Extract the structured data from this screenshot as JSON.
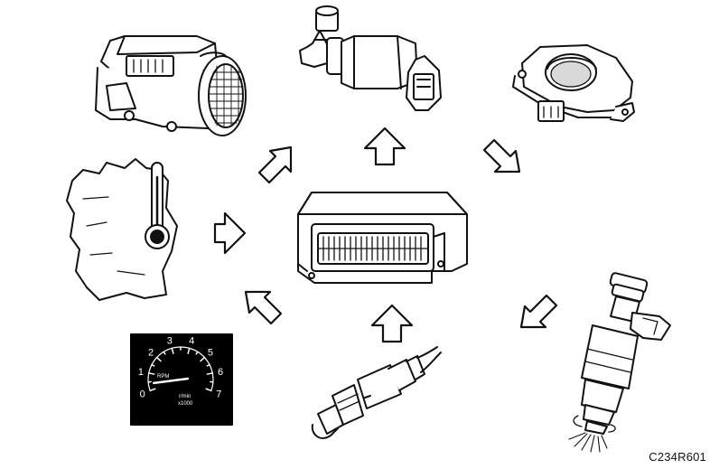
{
  "figure": {
    "code": "C234R601"
  },
  "tachometer": {
    "scale": [
      "0",
      "1",
      "2",
      "3",
      "4",
      "5",
      "6",
      "7"
    ],
    "unit_top": "RPM",
    "unit_bottom": "r/min",
    "multiplier": "x1000",
    "needle_value": 0.4
  },
  "icons": {
    "ecu": "control-unit-icon",
    "mass_air_flow": "air-mass-meter-icon",
    "idle_valve": "idle-air-valve-icon",
    "throttle_sensor": "throttle-position-sensor-icon",
    "coolant": "coolant-temperature-icon",
    "tachometer": "tachometer-icon",
    "oxygen": "oxygen-sensor-icon",
    "injector": "fuel-injector-icon"
  },
  "colors": {
    "line": "#111111",
    "fill": "#ffffff",
    "shade": "#d9d9d9",
    "panel": "#000000"
  }
}
